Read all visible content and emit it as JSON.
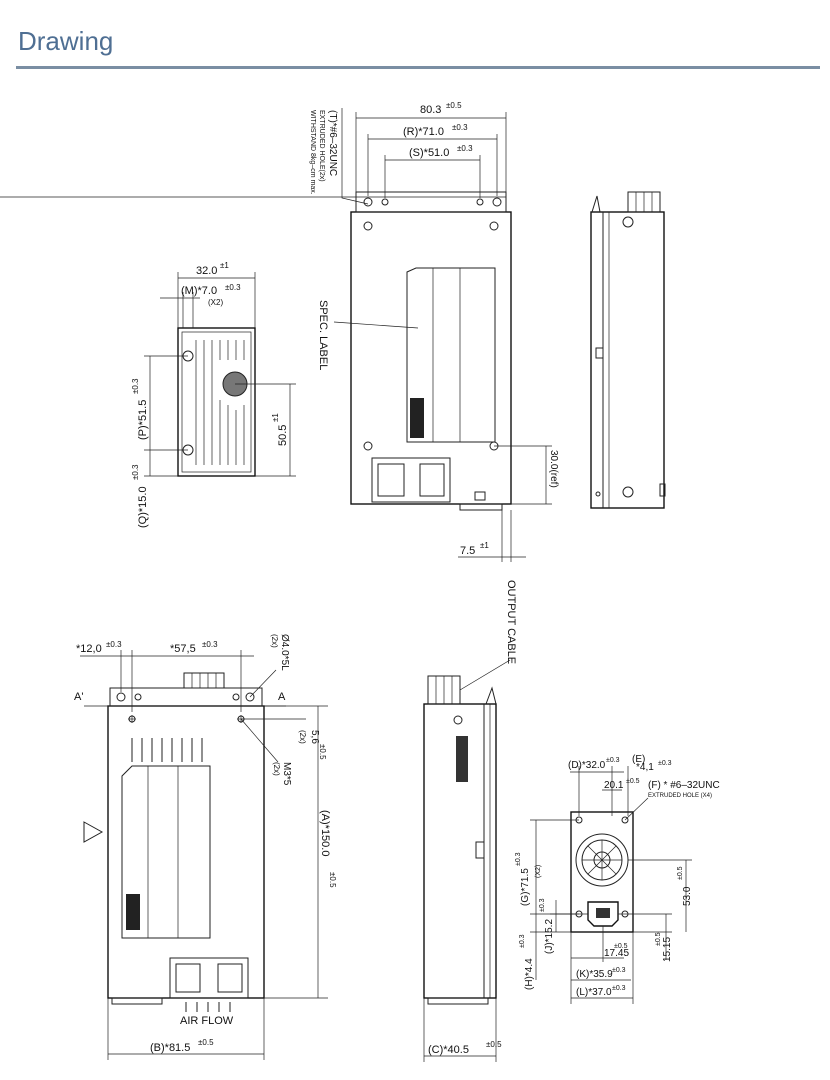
{
  "page": {
    "title": "Drawing"
  },
  "dims": {
    "d_80_3": "80.3",
    "d_80_3_tol": "±0.5",
    "d_R": "(R)*71.0",
    "d_R_tol": "±0.3",
    "d_S": "(S)*51.0",
    "d_S_tol": "±0.3",
    "d_32": "32.0",
    "d_32_tol": "±1",
    "d_M": "(M)*7.0",
    "d_M_tol": "±0.3",
    "d_M_x2": "(X2)",
    "d_P": "(P)*51.5",
    "d_P_tol": "±0.3",
    "d_50_5": "50.5",
    "d_50_5_tol": "±1",
    "d_Q": "(Q)*15.0",
    "d_Q_tol": "±0.3",
    "d_30": "30.0(ref)",
    "d_7_5": "7.5",
    "d_7_5_tol": "±1",
    "d_12": "*12,0",
    "d_12_tol": "±0.3",
    "d_57_5": "*57,5",
    "d_57_5_tol": "±0.3",
    "d_hole4": "Ø4.0*5L",
    "d_hole4_x": "(2x)",
    "d_5_6": "5,6",
    "d_5_6_tol": "±0.5",
    "d_5_6_x": "(2x)",
    "d_m3": "M3*5",
    "d_m3_x": "(2x)",
    "d_A": "(A)*150.0",
    "d_A_tol": "±0.5",
    "d_B": "(B)*81.5",
    "d_B_tol": "±0.5",
    "d_C": "(C)*40.5",
    "d_C_tol": "±0.5",
    "d_D": "(D)*32.0",
    "d_D_tol": "±0.3",
    "d_E": "(E)",
    "d_E2": "*4,1",
    "d_E2_tol": "±0.3",
    "d_20_1": "20.1",
    "d_20_1_tol": "±0.5",
    "d_G": "(G)*71.5",
    "d_G_tol": "±0.3",
    "d_G_x": "(X2)",
    "d_J": "(J)*15.2",
    "d_J_tol": "±0.3",
    "d_H": "(H)*4.4",
    "d_H_tol": "±0.3",
    "d_17_45": "17.45",
    "d_17_45_tol": "±0.5",
    "d_15_15": "15.15",
    "d_15_15_tol": "±0.5",
    "d_53": "53.0",
    "d_53_tol": "±0.5",
    "d_K": "(K)*35.9",
    "d_K_tol": "±0.3",
    "d_L": "(L)*37.0",
    "d_L_tol": "±0.3"
  },
  "notes": {
    "t_line1": "(T)*#6–32UNC",
    "t_line2": "EXTRUDED HOLE(2x)",
    "t_line3": "WITHSTAND 8kg–cm max.",
    "spec_label": "SPEC. LABEL",
    "output_cable": "OUTPUT CABLE",
    "air_flow": "AIR FLOW",
    "arrow_a": "A",
    "arrow_a_prime": "A'",
    "f_line1": "(F) * #6–32UNC",
    "f_line2": "EXTRUDED HOLE (X4)"
  }
}
